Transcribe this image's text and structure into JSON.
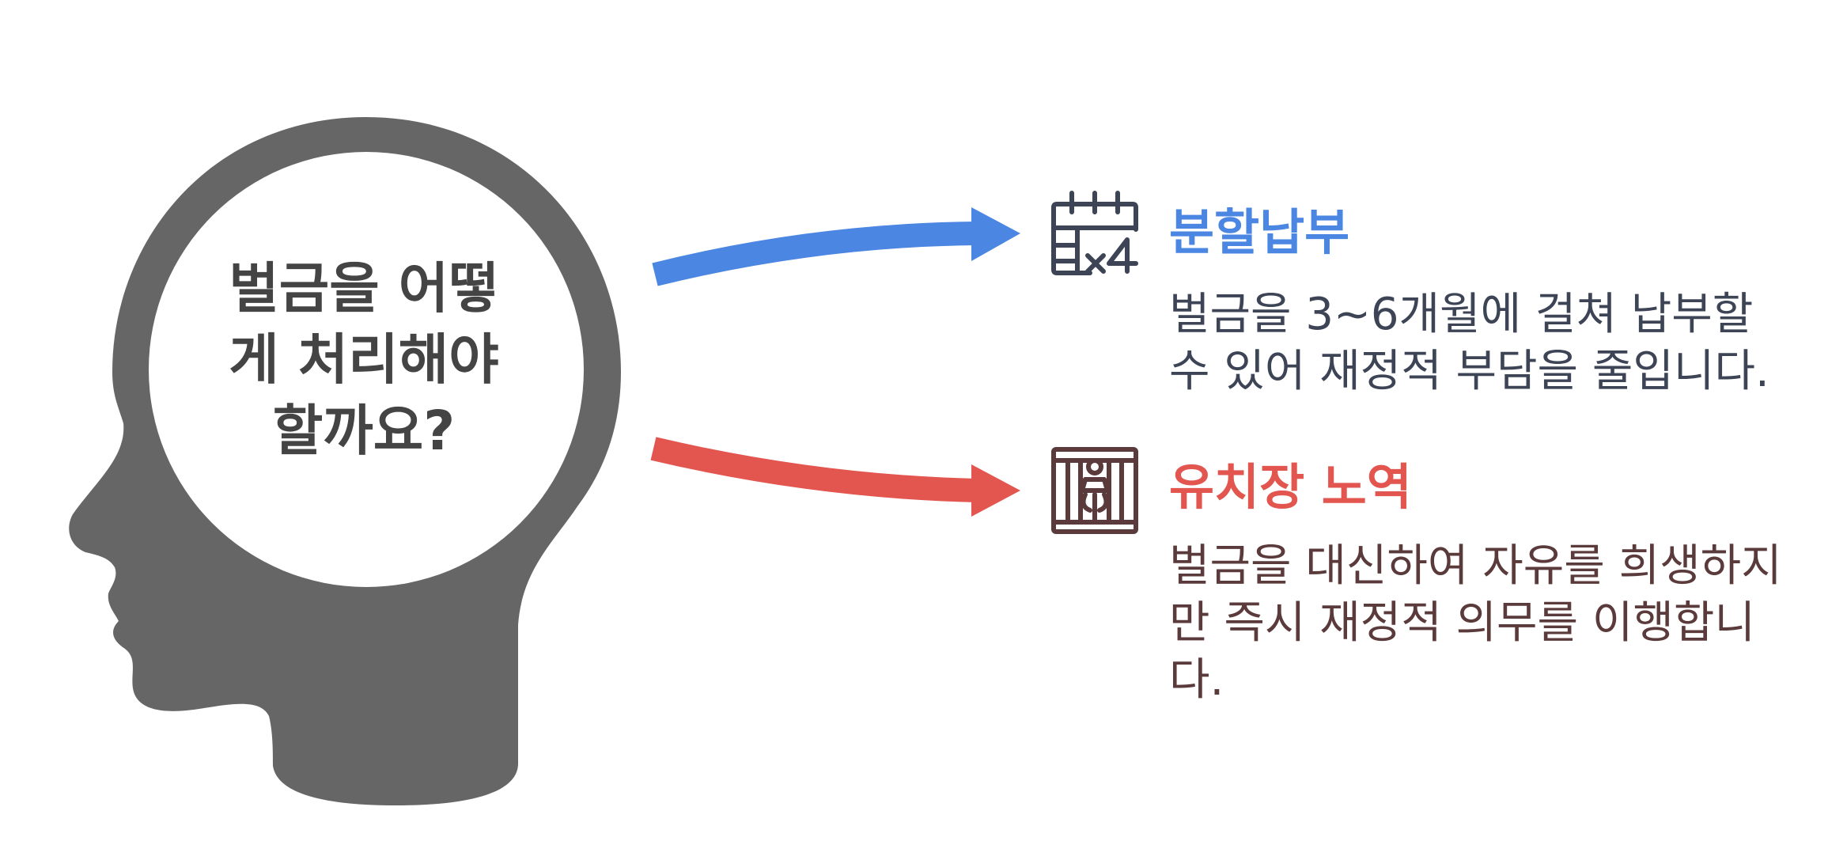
{
  "question": {
    "lines": [
      "벌금을 어떻",
      "게 처리해야",
      "할까요?"
    ]
  },
  "options": [
    {
      "title": "분할납부",
      "description": "벌금을 3~6개월에 걸쳐 납부할 수 있어 재정적 부담을 줄입니다.",
      "icon": "calendar-x4-icon",
      "color": "#4a86e2"
    },
    {
      "title": "유치장 노역",
      "description": "벌금을 대신하여 자유를 희생하지만 즉시 재정적 의무를 이행합니다.",
      "icon": "jail-icon",
      "color": "#e2564f"
    }
  ],
  "colors": {
    "head": "#666666",
    "icon_stroke_1": "#3d4455",
    "icon_stroke_2": "#5a3a3a"
  }
}
